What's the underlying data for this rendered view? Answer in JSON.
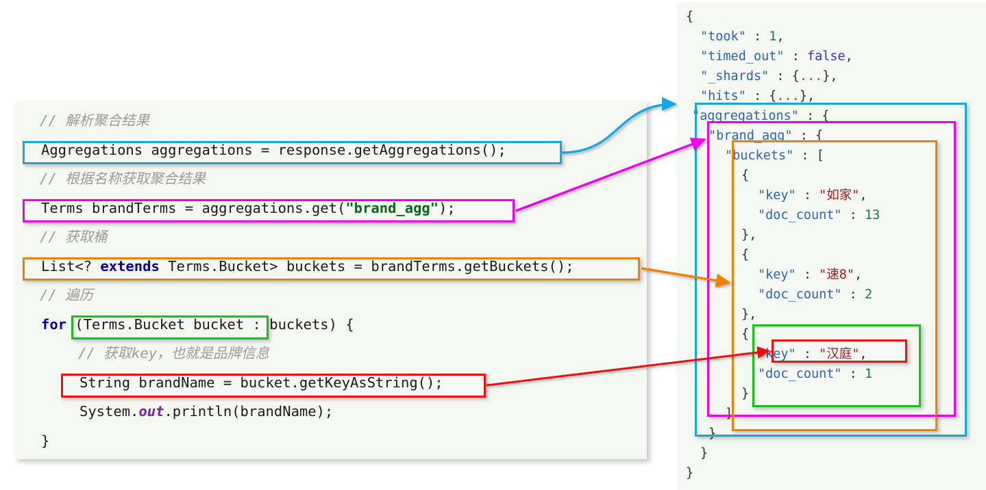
{
  "code_panel": {
    "language": "java",
    "lines": [
      {
        "id": "c1",
        "type": "comment",
        "text": "// 解析聚合结果"
      },
      {
        "id": "c2",
        "type": "code",
        "text": "Aggregations aggregations = response.getAggregations();"
      },
      {
        "id": "c3",
        "type": "comment",
        "text": "// 根据名称获取聚合结果"
      },
      {
        "id": "c4",
        "type": "code",
        "text": "Terms brandTerms = aggregations.get(\"brand_agg\");"
      },
      {
        "id": "c5",
        "type": "comment",
        "text": "// 获取桶"
      },
      {
        "id": "c6",
        "type": "code",
        "text": "List<? extends Terms.Bucket> buckets = brandTerms.getBuckets();"
      },
      {
        "id": "c7",
        "type": "comment",
        "text": "// 遍历"
      },
      {
        "id": "c8",
        "type": "code",
        "text": "for (Terms.Bucket bucket : buckets) {"
      },
      {
        "id": "c9",
        "type": "comment",
        "text": "// 获取key，也就是品牌信息"
      },
      {
        "id": "c10",
        "type": "code",
        "text": "String brandName = bucket.getKeyAsString();"
      },
      {
        "id": "c11",
        "type": "code",
        "text": "System.out.println(brandName);"
      },
      {
        "id": "c12",
        "type": "code",
        "text": "}"
      }
    ],
    "tokens": {
      "keyword_extends": "extends",
      "keyword_for": "for",
      "string_brand_agg": "\"brand_agg\"",
      "field_out": "out"
    }
  },
  "json_panel": {
    "lines": [
      {
        "id": "j1",
        "text": "{"
      },
      {
        "id": "j2",
        "text": "\"took\" : 1,"
      },
      {
        "id": "j3",
        "text": "\"timed_out\" : false,"
      },
      {
        "id": "j4",
        "text": "\"_shards\" : {...},"
      },
      {
        "id": "j5",
        "text": "\"hits\" : {...},"
      },
      {
        "id": "j6",
        "text": "\"aggregations\" : {"
      },
      {
        "id": "j7",
        "text": "\"brand_agg\" : {"
      },
      {
        "id": "j8",
        "text": "\"buckets\" : ["
      },
      {
        "id": "j9",
        "text": "{"
      },
      {
        "id": "j10",
        "text": "\"key\" : \"如家\","
      },
      {
        "id": "j11",
        "text": "\"doc_count\" : 13"
      },
      {
        "id": "j12",
        "text": "},"
      },
      {
        "id": "j13",
        "text": "{"
      },
      {
        "id": "j14",
        "text": "\"key\" : \"速8\","
      },
      {
        "id": "j15",
        "text": "\"doc_count\" : 2"
      },
      {
        "id": "j16",
        "text": "},"
      },
      {
        "id": "j17",
        "text": "{"
      },
      {
        "id": "j18",
        "text": "\"key\" : \"汉庭\","
      },
      {
        "id": "j19",
        "text": "\"doc_count\" : 1"
      },
      {
        "id": "j20",
        "text": "}"
      },
      {
        "id": "j21",
        "text": "]"
      },
      {
        "id": "j22",
        "text": "}"
      },
      {
        "id": "j23",
        "text": "}"
      },
      {
        "id": "j24",
        "text": "}"
      }
    ],
    "values": {
      "took": "1",
      "timed_out": "false",
      "shards": "{...}",
      "hits": "{...}",
      "aggregation_name": "\"brand_agg\"",
      "buckets_key": "\"buckets\"",
      "bucket_1_key": "\"如家\"",
      "bucket_1_doc_count": "13",
      "bucket_2_key": "\"速8\"",
      "bucket_2_doc_count": "2",
      "bucket_3_key": "\"汉庭\"",
      "bucket_3_doc_count": "1"
    }
  },
  "colors": {
    "blue": "#14a8e0",
    "magenta": "#ee00ee",
    "orange": "#f08000",
    "green": "#14c314",
    "red": "#ee1111",
    "panel_bg": "#f5f7f2",
    "comment": "#9a9a9a",
    "json_key": "#2a64b4",
    "json_number": "#127a42",
    "json_string": "#a61b1b"
  },
  "mappings": [
    {
      "id": "m-blue",
      "color": "#14a8e0",
      "from": "Aggregations aggregations = response.getAggregations();",
      "to": "\"aggregations\" : {"
    },
    {
      "id": "m-magenta",
      "color": "#ee00ee",
      "from": "Terms brandTerms = aggregations.get(\"brand_agg\");",
      "to": "\"brand_agg\" : {"
    },
    {
      "id": "m-orange",
      "color": "#f08000",
      "from": "List<? extends Terms.Bucket> buckets = brandTerms.getBuckets();",
      "to": "\"buckets\" : ["
    },
    {
      "id": "m-green",
      "color": "#14c314",
      "from": "Terms.Bucket bucket",
      "to": "{"
    },
    {
      "id": "m-red",
      "color": "#ee1111",
      "from": "String brandName = bucket.getKeyAsString();",
      "to": "\"key\" : \"汉庭\","
    }
  ]
}
